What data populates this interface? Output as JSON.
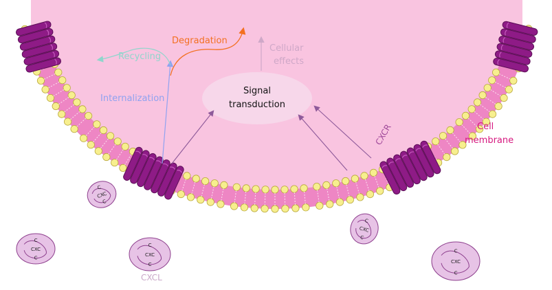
{
  "labels": {
    "degradation": "Degradation",
    "recycling": "Recycling",
    "internalization": "Internalization",
    "cellular_effects": [
      "Cellular",
      "effects"
    ],
    "signal_transduction": [
      "Signal",
      "transduction"
    ],
    "cxcr": "CXCR",
    "cell_membrane": [
      "Cell",
      "membrane"
    ],
    "cxcl": "CXCL",
    "ligand_c": "C",
    "ligand_cxc": "CXC"
  },
  "colors": {
    "cytoplasm": "#f9c4e0",
    "membrane_band": "#ee86c4",
    "lipid_head": "#f7ef8e",
    "lipid_stroke": "#b9a83d",
    "receptor": "#8e1b86",
    "receptor_dark": "#5c0e57",
    "ligand_fill": "#e7c3e6",
    "ligand_stroke": "#8d3f8d",
    "degradation": "#f37021",
    "recycling": "#8fd6cc",
    "internalization": "#8fa2f0",
    "cellular_effects": "#cfa8c8",
    "signal_arrow": "#8e5a9a",
    "cxcr_text": "#a0499a",
    "membrane_text": "#d6187f",
    "cxcl_text": "#c9a8c8"
  }
}
